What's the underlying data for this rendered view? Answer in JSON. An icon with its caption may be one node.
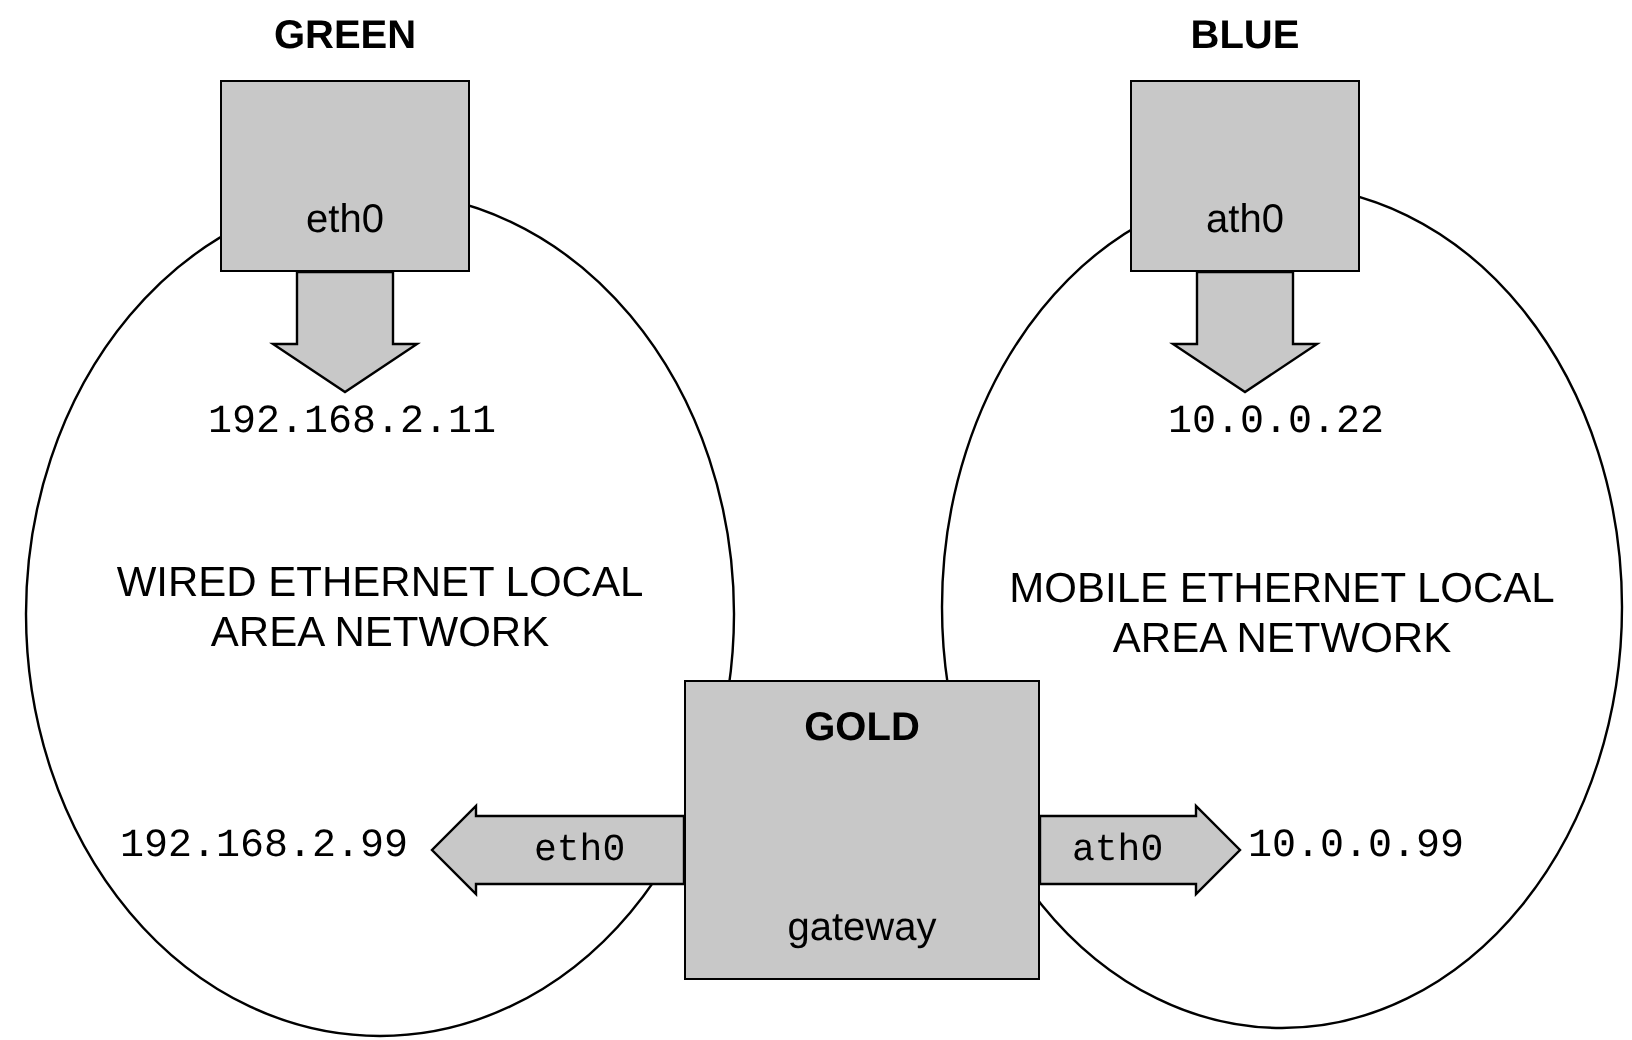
{
  "diagram": {
    "nodes": [
      {
        "text": [
          "WIRED ETHERNET LOCAL AREA NETWORK"
        ]
      },
      {
        "text": [
          "MOBILE ETHERNET LOCAL AREA NETWORK"
        ]
      },
      {
        "text": [
          "GREEN",
          "eth0"
        ]
      },
      {
        "text": [
          "BLUE",
          "ath0"
        ]
      },
      {
        "text": [
          "GOLD",
          "gateway"
        ]
      },
      {
        "text": [
          "192.168.2.11"
        ],
        "in": 0
      },
      {
        "text": [
          "10.0.0.22"
        ],
        "in": 1
      },
      {
        "text": [
          "192.168.2.99"
        ],
        "in": 0
      },
      {
        "text": [
          "10.0.0.99"
        ],
        "in": 1
      }
    ],
    "edges": [
      {
        "from": 2,
        "to": 5,
        "arrow": "to",
        "style": "thick"
      },
      {
        "from": 3,
        "to": 6,
        "arrow": "to",
        "style": "thick"
      },
      {
        "from": 4,
        "to": 7,
        "arrow": "to",
        "style": "thick",
        "label": "eth0"
      },
      {
        "from": 4,
        "to": 8,
        "arrow": "to",
        "style": "thick",
        "label": "ath0"
      }
    ]
  }
}
